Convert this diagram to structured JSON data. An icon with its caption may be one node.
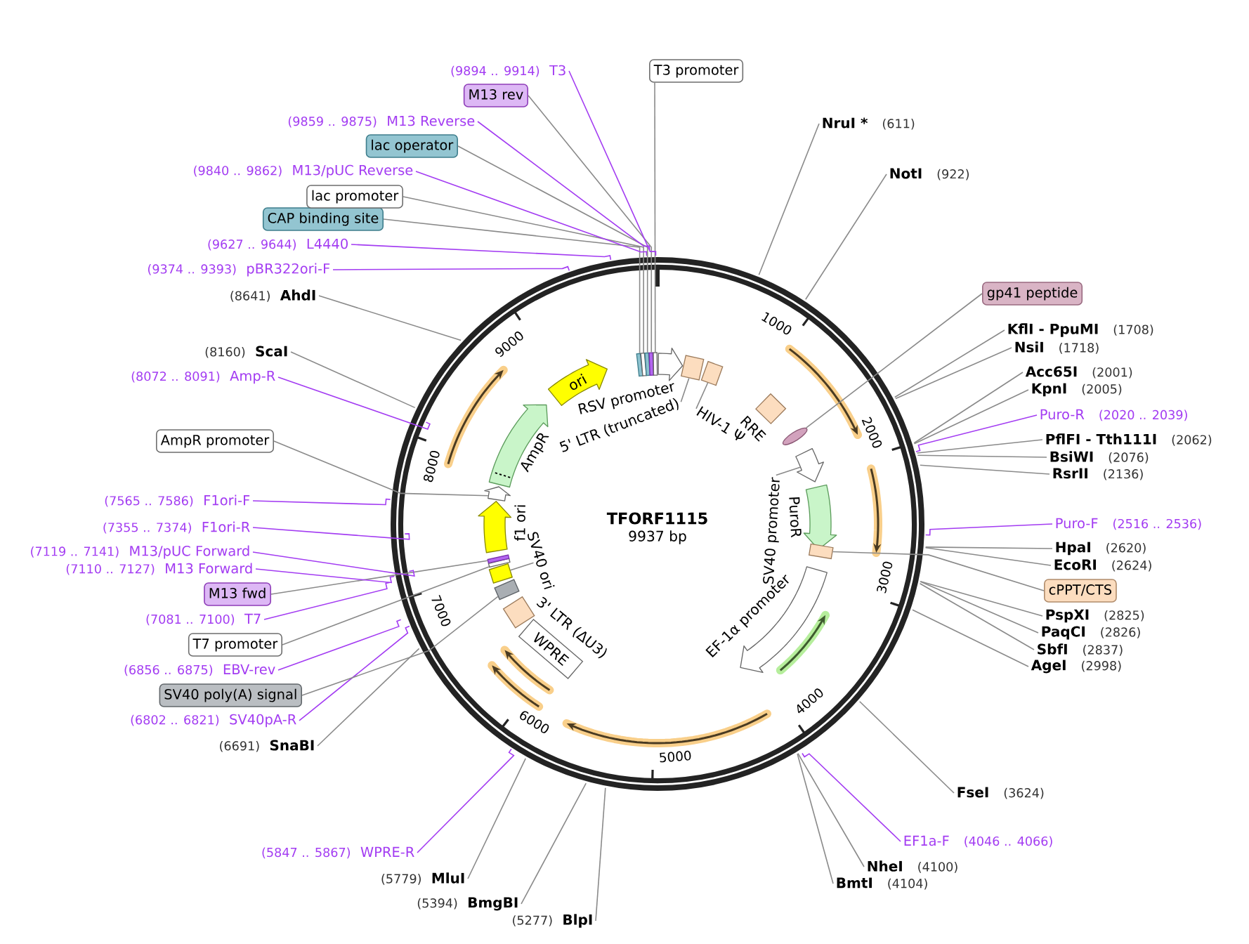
{
  "diagram": {
    "title": "TFORF1115",
    "nodes": [
      {
        "text": [
          "T3 promoter"
        ]
      },
      {
        "text": [
          "NruI *",
          "(611)"
        ]
      },
      {
        "text": [
          "NotI",
          "(922)"
        ]
      },
      {
        "text": [
          "gp41 peptide"
        ]
      },
      {
        "text": [
          "KflI - PpuMI",
          "(1708)"
        ]
      },
      {
        "text": [
          "NsiI",
          "(1718)"
        ]
      },
      {
        "text": [
          "Acc65I",
          "(2001)"
        ]
      },
      {
        "text": [
          "KpnI",
          "(2005)"
        ]
      },
      {
        "text": [
          "Puro-R",
          "(2020 .. 2039)"
        ]
      },
      {
        "text": [
          "PflFI - Tth111I",
          "(2062)"
        ]
      },
      {
        "text": [
          "BsiWI",
          "(2076)"
        ]
      },
      {
        "text": [
          "RsrII",
          "(2136)"
        ]
      },
      {
        "text": [
          "Puro-F",
          "(2516 .. 2536)"
        ]
      },
      {
        "text": [
          "HpaI",
          "(2620)"
        ]
      },
      {
        "text": [
          "EcoRI",
          "(2624)"
        ]
      },
      {
        "text": [
          "cPPT/CTS"
        ]
      },
      {
        "text": [
          "PspXI",
          "(2825)"
        ]
      },
      {
        "text": [
          "PaqCI",
          "(2826)"
        ]
      },
      {
        "text": [
          "SbfI",
          "(2837)"
        ]
      },
      {
        "text": [
          "AgeI",
          "(2998)"
        ]
      },
      {
        "text": [
          "FseI",
          "(3624)"
        ]
      },
      {
        "text": [
          "EF1a-F",
          "(4046 .. 4066)"
        ]
      },
      {
        "text": [
          "NheI",
          "(4100)"
        ]
      },
      {
        "text": [
          "BmtI",
          "(4104)"
        ]
      },
      {
        "text": [
          "(5277)",
          "BlpI"
        ]
      },
      {
        "text": [
          "(5394)",
          "BmgBI"
        ]
      },
      {
        "text": [
          "(5779)",
          "MluI"
        ]
      },
      {
        "text": [
          "(5847 .. 5867)",
          "WPRE-R"
        ]
      },
      {
        "text": [
          "(6691)",
          "SnaBI"
        ]
      },
      {
        "text": [
          "(6802 .. 6821)",
          "SV40pA-R"
        ]
      },
      {
        "text": [
          "SV40 poly(A) signal"
        ]
      },
      {
        "text": [
          "(6856 .. 6875)",
          "EBV-rev"
        ]
      },
      {
        "text": [
          "T7 promoter"
        ]
      },
      {
        "text": [
          "(7081 .. 7100)",
          "T7"
        ]
      },
      {
        "text": [
          "M13 fwd"
        ]
      },
      {
        "text": [
          "(7110 .. 7127)",
          "M13 Forward"
        ]
      },
      {
        "text": [
          "(7119 .. 7141)",
          "M13/pUC Forward"
        ]
      },
      {
        "text": [
          "(7355 .. 7374)",
          "F1ori-R"
        ]
      },
      {
        "text": [
          "(7565 .. 7586)",
          "F1ori-F"
        ]
      },
      {
        "text": [
          "AmpR promoter"
        ]
      },
      {
        "text": [
          "(8072 .. 8091)",
          "Amp-R"
        ]
      },
      {
        "text": [
          "(8160)",
          "ScaI"
        ]
      },
      {
        "text": [
          "(8641)",
          "AhdI"
        ]
      },
      {
        "text": [
          "(9374 .. 9393)",
          "pBR322ori-F"
        ]
      },
      {
        "text": [
          "(9627 .. 9644)",
          "L4440"
        ]
      },
      {
        "text": [
          "CAP binding site"
        ]
      },
      {
        "text": [
          "lac promoter"
        ]
      },
      {
        "text": [
          "(9840 .. 9862)",
          "M13/pUC Reverse"
        ]
      },
      {
        "text": [
          "lac operator"
        ]
      },
      {
        "text": [
          "(9859 .. 9875)",
          "M13 Reverse"
        ]
      },
      {
        "text": [
          "M13 rev"
        ]
      },
      {
        "text": [
          "(9894 .. 9914)",
          "T3"
        ]
      },
      {
        "text": [
          "RSV promoter"
        ]
      },
      {
        "text": [
          "5' LTR (truncated)"
        ]
      },
      {
        "text": [],
        "shape": "box"
      },
      {
        "text": [
          "HIV-1 Ψ"
        ]
      },
      {
        "text": [],
        "shape": "box"
      },
      {
        "text": [
          "RRE"
        ]
      },
      {
        "text": [],
        "shape": "ellipse"
      },
      {
        "text": [
          "SV40 promoter"
        ]
      },
      {
        "text": [],
        "shape": "arrow"
      },
      {
        "text": [
          "PuroR"
        ]
      },
      {
        "text": [],
        "shape": "box"
      },
      {
        "text": [
          "EF-1α promoter"
        ]
      },
      {
        "text": [
          "WPRE"
        ]
      },
      {
        "text": [
          "3' LTR (ΔU3)"
        ]
      },
      {
        "text": [],
        "shape": "box"
      },
      {
        "text": [
          "SV40 ori"
        ]
      },
      {
        "text": [],
        "shape": "box"
      },
      {
        "text": [],
        "shape": "box"
      },
      {
        "text": [],
        "shape": "box"
      },
      {
        "text": [
          "f1 ori"
        ]
      },
      {
        "text": [],
        "shape": "arrow"
      },
      {
        "text": [
          "AmpR"
        ]
      },
      {
        "text": [
          "ori"
        ]
      },
      {
        "text": [],
        "shape": "box"
      },
      {
        "text": [],
        "shape": "box"
      },
      {
        "text": [],
        "shape": "box"
      },
      {
        "text": [],
        "shape": "box"
      },
      {
        "text": [],
        "shape": "box"
      }
    ],
    "edges": [
      {
        "from": 0,
        "to": 79,
        "arrow": "none"
      },
      {
        "from": 1,
        "to": null,
        "arrow": "none"
      },
      {
        "from": 2,
        "to": null,
        "arrow": "none"
      },
      {
        "from": 3,
        "to": 58,
        "arrow": "none"
      },
      {
        "from": 4,
        "to": null,
        "arrow": "none"
      },
      {
        "from": 5,
        "to": null,
        "arrow": "none"
      },
      {
        "from": 6,
        "to": null,
        "arrow": "none"
      },
      {
        "from": 7,
        "to": null,
        "arrow": "none"
      },
      {
        "from": 8,
        "to": null,
        "arrow": "none",
        "color": "#a33cf2"
      },
      {
        "from": 9,
        "to": null,
        "arrow": "none"
      },
      {
        "from": 10,
        "to": null,
        "arrow": "none"
      },
      {
        "from": 11,
        "to": null,
        "arrow": "none"
      },
      {
        "from": 12,
        "to": null,
        "arrow": "none",
        "color": "#a33cf2"
      },
      {
        "from": 13,
        "to": null,
        "arrow": "none"
      },
      {
        "from": 14,
        "to": null,
        "arrow": "none"
      },
      {
        "from": 15,
        "to": 62,
        "arrow": "none"
      },
      {
        "from": 16,
        "to": null,
        "arrow": "none"
      },
      {
        "from": 17,
        "to": null,
        "arrow": "none"
      },
      {
        "from": 18,
        "to": null,
        "arrow": "none"
      },
      {
        "from": 19,
        "to": null,
        "arrow": "none"
      },
      {
        "from": 20,
        "to": null,
        "arrow": "none"
      },
      {
        "from": 21,
        "to": null,
        "arrow": "none",
        "color": "#a33cf2"
      },
      {
        "from": 22,
        "to": null,
        "arrow": "none"
      },
      {
        "from": 23,
        "to": null,
        "arrow": "none"
      },
      {
        "from": 24,
        "to": null,
        "arrow": "none"
      },
      {
        "from": 25,
        "to": null,
        "arrow": "none"
      },
      {
        "from": 26,
        "to": null,
        "arrow": "none"
      },
      {
        "from": 27,
        "to": null,
        "arrow": "none",
        "color": "#a33cf2"
      },
      {
        "from": 28,
        "to": null,
        "arrow": "none"
      },
      {
        "from": 29,
        "to": null,
        "arrow": "none",
        "color": "#a33cf2"
      },
      {
        "from": 30,
        "to": 66,
        "arrow": "none"
      },
      {
        "from": 31,
        "to": null,
        "arrow": "none",
        "color": "#a33cf2"
      },
      {
        "from": 32,
        "to": 69,
        "arrow": "none"
      },
      {
        "from": 33,
        "to": null,
        "arrow": "none",
        "color": "#a33cf2"
      },
      {
        "from": 34,
        "to": 70,
        "arrow": "none"
      },
      {
        "from": 35,
        "to": null,
        "arrow": "none",
        "color": "#a33cf2"
      },
      {
        "from": 36,
        "to": null,
        "arrow": "none",
        "color": "#a33cf2"
      },
      {
        "from": 37,
        "to": null,
        "arrow": "none",
        "color": "#a33cf2"
      },
      {
        "from": 38,
        "to": null,
        "arrow": "none",
        "color": "#a33cf2"
      },
      {
        "from": 39,
        "to": 72,
        "arrow": "none"
      },
      {
        "from": 40,
        "to": null,
        "arrow": "none",
        "color": "#a33cf2"
      },
      {
        "from": 41,
        "to": null,
        "arrow": "none"
      },
      {
        "from": 42,
        "to": null,
        "arrow": "none"
      },
      {
        "from": 43,
        "to": null,
        "arrow": "none",
        "color": "#a33cf2"
      },
      {
        "from": 44,
        "to": null,
        "arrow": "none",
        "color": "#a33cf2"
      },
      {
        "from": 45,
        "to": 75,
        "arrow": "none"
      },
      {
        "from": 46,
        "to": 76,
        "arrow": "none"
      },
      {
        "from": 47,
        "to": null,
        "arrow": "none",
        "color": "#a33cf2"
      },
      {
        "from": 48,
        "to": 77,
        "arrow": "none"
      },
      {
        "from": 49,
        "to": null,
        "arrow": "none",
        "color": "#a33cf2"
      },
      {
        "from": 50,
        "to": 78,
        "arrow": "none"
      },
      {
        "from": 51,
        "to": null,
        "arrow": "none",
        "color": "#a33cf2"
      },
      {
        "from": 53,
        "to": 54,
        "arrow": "none"
      },
      {
        "from": 55,
        "to": 56,
        "arrow": "none"
      },
      {
        "from": 59,
        "to": 60,
        "arrow": "none"
      },
      {
        "from": 67,
        "to": 68,
        "arrow": "none"
      }
    ],
    "labels": [
      "9937 bp",
      "1000",
      "2000",
      "3000",
      "4000",
      "5000",
      "6000",
      "7000",
      "8000",
      "9000"
    ]
  }
}
